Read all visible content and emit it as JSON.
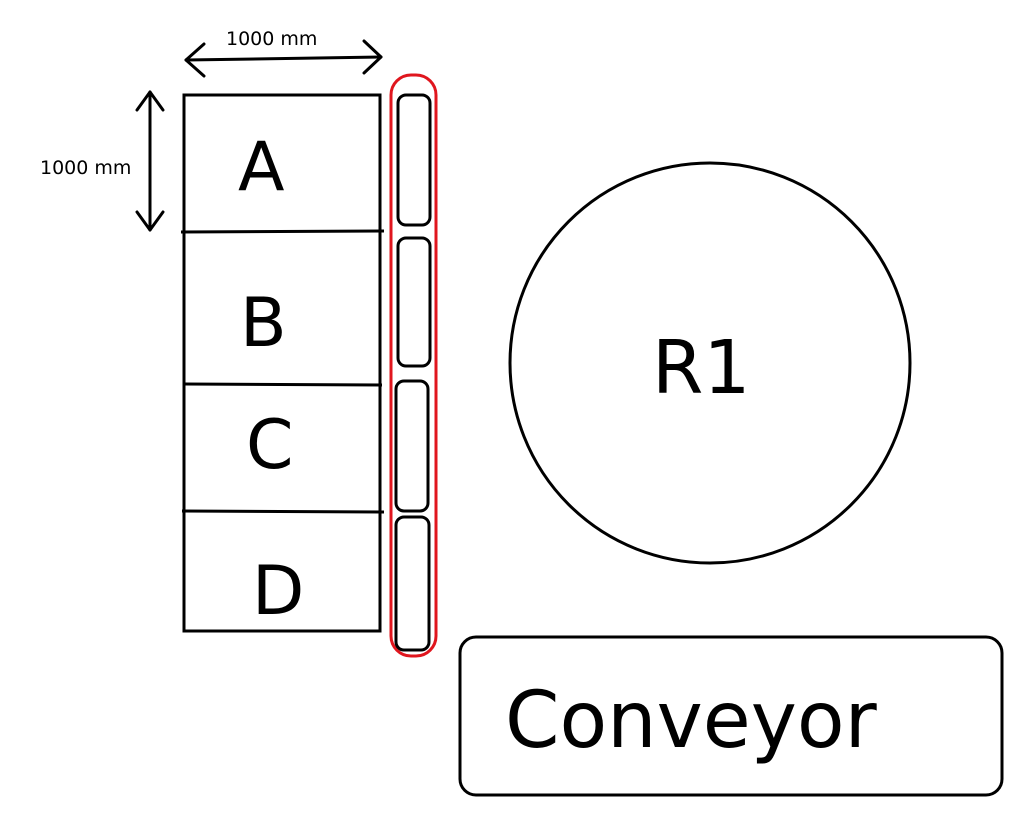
{
  "dimensions": {
    "width_label": "1000 mm",
    "height_label": "1000 mm"
  },
  "rack": {
    "slots": [
      {
        "label": "A"
      },
      {
        "label": "B"
      },
      {
        "label": "C"
      },
      {
        "label": "D"
      }
    ]
  },
  "robot": {
    "label": "R1"
  },
  "conveyor": {
    "label": "Conveyor"
  },
  "colors": {
    "highlight": "#e0161e",
    "stroke": "#000000",
    "background": "#ffffff"
  }
}
